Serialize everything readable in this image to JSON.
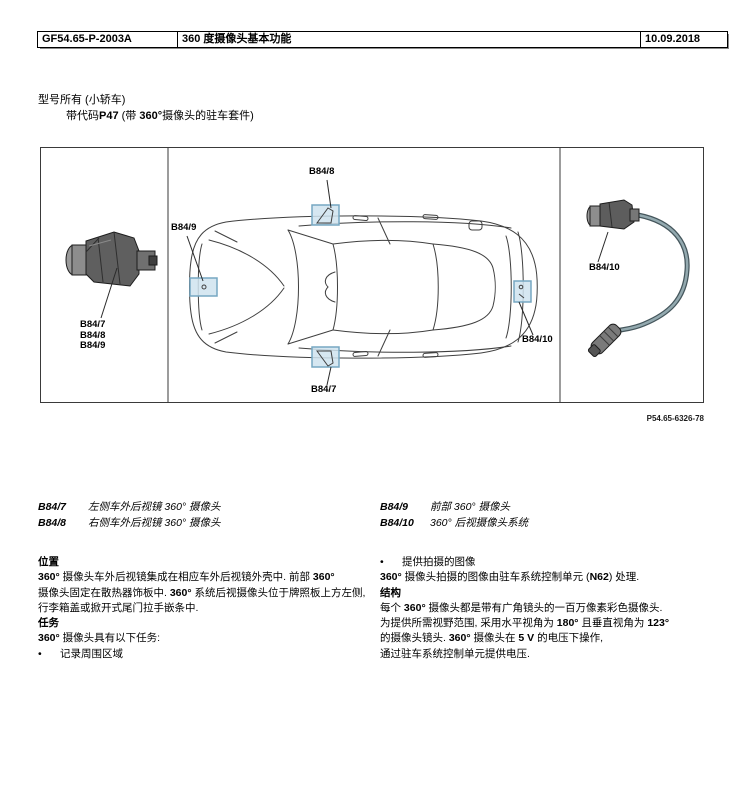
{
  "header": {
    "code": "GF54.65-P-2003A",
    "title": "360 度摄像头基本功能",
    "date": "10.09.2018"
  },
  "model": {
    "line1": [
      {
        "t": "型号所有 (小轿车)"
      }
    ],
    "line2": [
      {
        "t": "带代码"
      },
      {
        "t": "P47",
        "b": true
      },
      {
        "t": " (带 "
      },
      {
        "t": "360°",
        "b": true
      },
      {
        "t": "摄像头的驻车套件)"
      }
    ]
  },
  "figure": {
    "caption": "P54.65-6326-78",
    "labels": {
      "mirror_right": "B84/8",
      "front": "B84/9",
      "mirror_left": "B84/7",
      "rear": "B84/10",
      "detail_left_stack": "B84/7\nB84/8\nB84/9",
      "detail_right": "B84/10"
    },
    "colors": {
      "highlight_fill": "#cfe3ee",
      "highlight_border": "#76a7c2",
      "line_art": "#3f3f3f"
    }
  },
  "legend": {
    "rows": [
      {
        "code": "B84/7",
        "desc": "左侧车外后视镜 360° 摄像头"
      },
      {
        "code": "B84/8",
        "desc": "右侧车外后视镜 360° 摄像头"
      },
      {
        "code": "B84/9",
        "desc": "前部 360° 摄像头"
      },
      {
        "code": "B84/10",
        "desc": "360° 后视摄像头系统"
      }
    ]
  },
  "body": {
    "left": [
      {
        "runs": [
          {
            "t": "位置",
            "b": true
          }
        ]
      },
      {
        "runs": [
          {
            "t": "360°",
            "b": true
          },
          {
            "t": " 摄像头车外后视镜集成在相应车外后视镜外壳中. 前部 "
          },
          {
            "t": "360°",
            "b": true
          }
        ]
      },
      {
        "runs": [
          {
            "t": "摄像头固定在散热器饰板中. "
          },
          {
            "t": "360°",
            "b": true
          },
          {
            "t": " 系统后视摄像头位于牌照板上方左侧,"
          }
        ]
      },
      {
        "runs": [
          {
            "t": "行李箱盖或掀开式尾门拉手嵌条中."
          }
        ]
      },
      {
        "runs": [
          {
            "t": "任务",
            "b": true
          }
        ]
      },
      {
        "runs": [
          {
            "t": "360°",
            "b": true
          },
          {
            "t": " 摄像头具有以下任务:"
          }
        ]
      },
      {
        "runs": [
          {
            "t": "•",
            "bullet": true
          },
          {
            "t": "记录周围区域"
          }
        ]
      }
    ],
    "right": [
      {
        "runs": [
          {
            "t": "•",
            "bullet": true
          },
          {
            "t": "提供拍摄的图像"
          }
        ]
      },
      {
        "runs": [
          {
            "t": "360°",
            "b": true
          },
          {
            "t": " 摄像头拍摄的图像由驻车系统控制单元 ("
          },
          {
            "t": "N62",
            "b": true
          },
          {
            "t": ") 处理."
          }
        ]
      },
      {
        "runs": [
          {
            "t": "结构",
            "b": true
          }
        ]
      },
      {
        "runs": [
          {
            "t": "每个 "
          },
          {
            "t": "360°",
            "b": true
          },
          {
            "t": " 摄像头都是带有广角镜头的一百万像素彩色摄像头."
          }
        ]
      },
      {
        "runs": [
          {
            "t": "为提供所需视野范围, 采用水平视角为 "
          },
          {
            "t": "180°",
            "b": true
          },
          {
            "t": " 且垂直视角为 "
          },
          {
            "t": "123°",
            "b": true
          }
        ]
      },
      {
        "runs": [
          {
            "t": "的摄像头镜头. "
          },
          {
            "t": "360°",
            "b": true
          },
          {
            "t": " 摄像头在 "
          },
          {
            "t": "5 V",
            "b": true
          },
          {
            "t": " 的电压下操作,"
          }
        ]
      },
      {
        "runs": [
          {
            "t": "通过驻车系统控制单元提供电压."
          }
        ]
      }
    ]
  }
}
